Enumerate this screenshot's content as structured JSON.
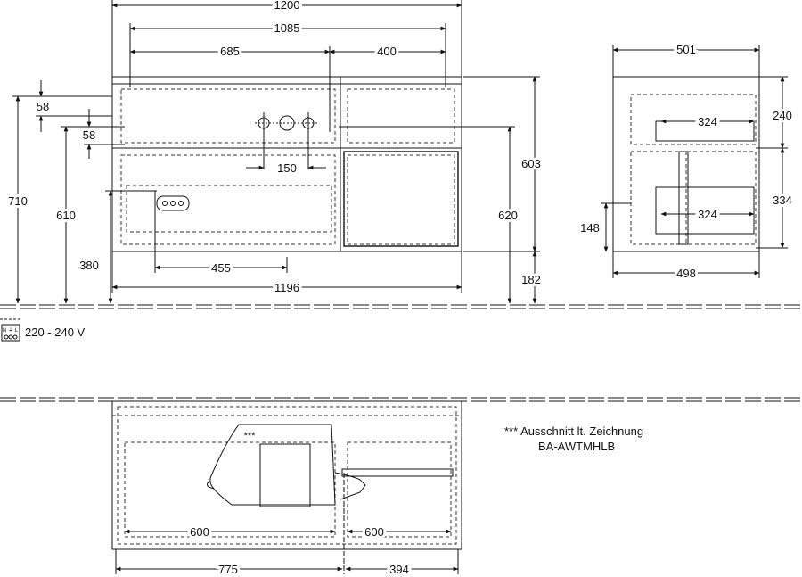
{
  "front_view": {
    "dims": {
      "top_1200": "1200",
      "top_1085": "1085",
      "top_685": "685",
      "top_400": "400",
      "left_58_a": "58",
      "left_58_b": "58",
      "left_710": "710",
      "left_610": "610",
      "left_380": "380",
      "mid_150": "150",
      "mid_455": "455",
      "bottom_1196": "1196",
      "right_603": "603",
      "right_620": "620",
      "right_182": "182"
    }
  },
  "side_view": {
    "dims": {
      "top_501": "501",
      "upper_324": "324",
      "lower_324": "324",
      "left_148": "148",
      "right_240": "240",
      "right_334": "334",
      "bottom_498": "498"
    }
  },
  "power": {
    "symbol_text": "N ⏚ L",
    "voltage": "220 - 240 V"
  },
  "plan_view": {
    "dims": {
      "cutout_mark": "***",
      "inner_600_left": "600",
      "inner_600_right": "600",
      "bottom_775": "775",
      "bottom_394": "394"
    }
  },
  "legend": {
    "line1": "*** Ausschnitt lt. Zeichnung",
    "line2": "BA-AWTMHLB"
  }
}
